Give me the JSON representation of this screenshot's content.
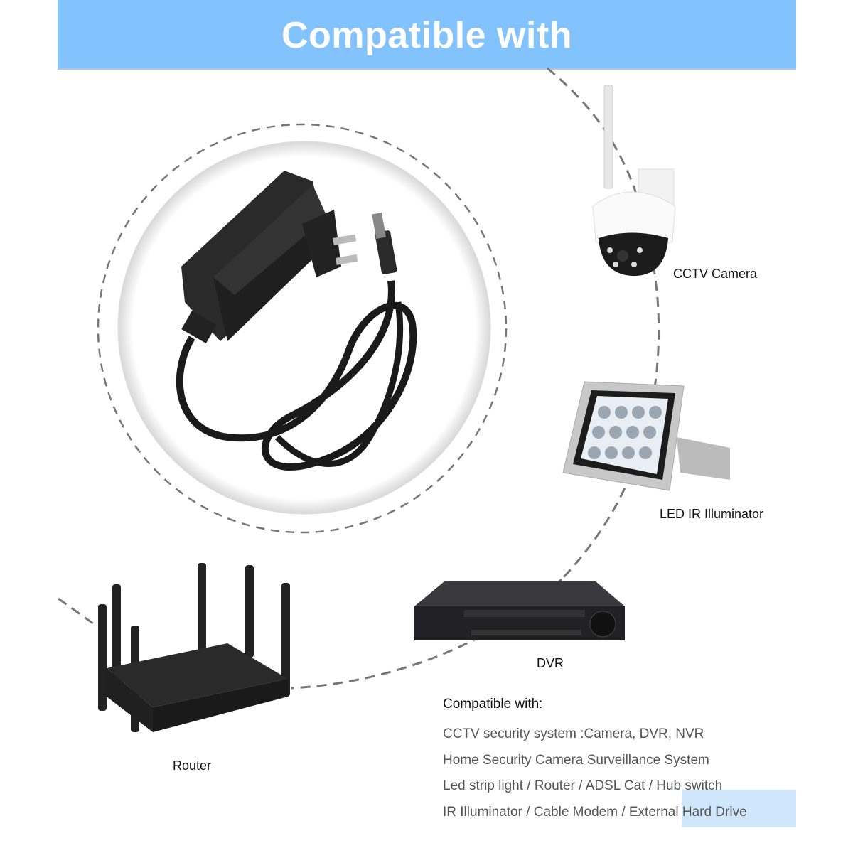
{
  "header": {
    "title": "Compatible with",
    "background_color": "#82c2fd"
  },
  "hero": {
    "product": "power-adapter-with-dc-cable"
  },
  "devices": [
    {
      "id": "cctv",
      "label": "CCTV Camera",
      "icon": "cctv-camera-icon"
    },
    {
      "id": "ir",
      "label": "LED IR Illuminator",
      "icon": "ir-illuminator-icon"
    },
    {
      "id": "dvr",
      "label": "DVR",
      "icon": "dvr-icon"
    },
    {
      "id": "router",
      "label": "Router",
      "icon": "router-icon"
    }
  ],
  "features": {
    "heading": "Compatible with:",
    "items": [
      "CCTV security system :Camera, DVR, NVR",
      "Home Security Camera Surveillance System",
      "Led strip light / Router / ADSL Cat / Hub switch",
      "IR Illuminator / Cable Modem / External Hard Drive"
    ]
  }
}
